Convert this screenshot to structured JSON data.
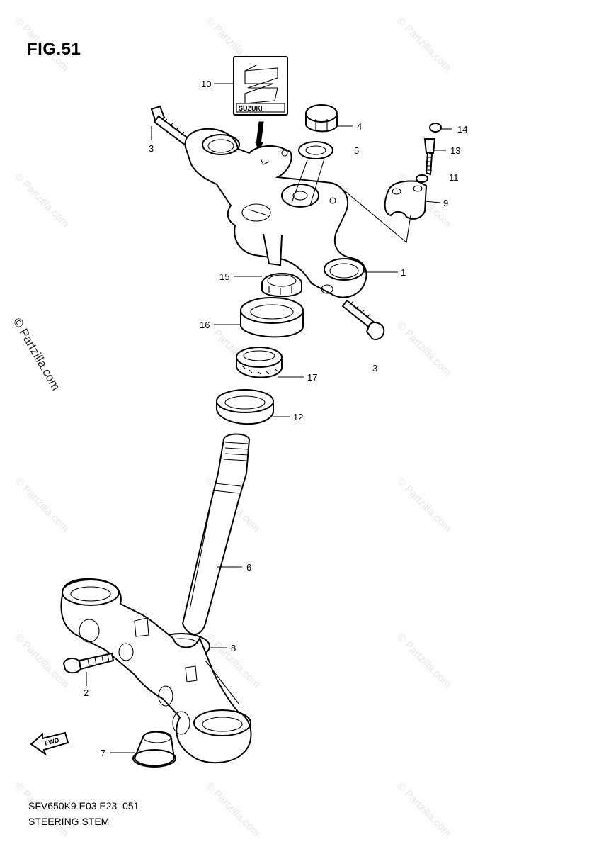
{
  "figure": {
    "title": "FIG.51",
    "code": "SFV650K9 E03 E23_051",
    "name": "STEERING STEM"
  },
  "watermark": {
    "side_text": "© Partzilla.com",
    "tile_text": "© Partzilla.com"
  },
  "logo": {
    "brand_text": "SUZUKI"
  },
  "fwd_arrow_text": "FWD",
  "callouts": [
    {
      "id": "c10",
      "label": "10"
    },
    {
      "id": "c4",
      "label": "4"
    },
    {
      "id": "c14",
      "label": "14"
    },
    {
      "id": "c3a",
      "label": "3"
    },
    {
      "id": "c5",
      "label": "5"
    },
    {
      "id": "c13",
      "label": "13"
    },
    {
      "id": "c11",
      "label": "11"
    },
    {
      "id": "c9",
      "label": "9"
    },
    {
      "id": "c1",
      "label": "1"
    },
    {
      "id": "c15",
      "label": "15"
    },
    {
      "id": "c16",
      "label": "16"
    },
    {
      "id": "c3b",
      "label": "3"
    },
    {
      "id": "c17",
      "label": "17"
    },
    {
      "id": "c12",
      "label": "12"
    },
    {
      "id": "c6",
      "label": "6"
    },
    {
      "id": "c8",
      "label": "8"
    },
    {
      "id": "c2",
      "label": "2"
    },
    {
      "id": "c7",
      "label": "7"
    }
  ]
}
